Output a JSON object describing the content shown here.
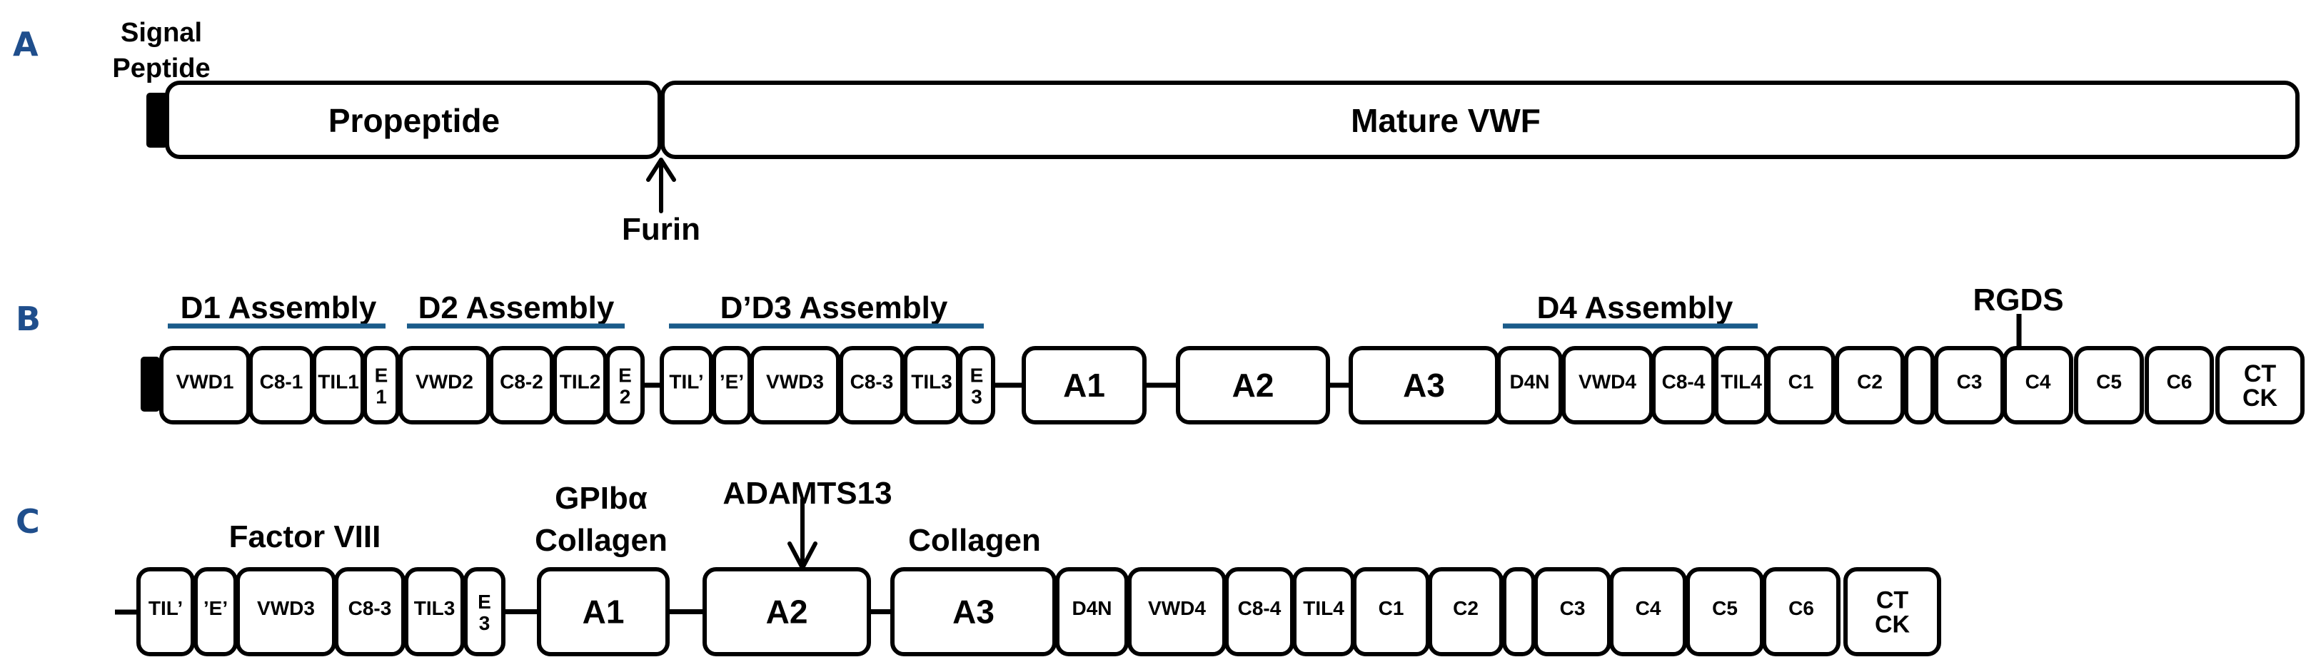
{
  "panels": {
    "A": {
      "letter": "A",
      "signal_peptide_label_line1": "Signal",
      "signal_peptide_label_line2": "Peptide",
      "segments": [
        {
          "label": "Propeptide"
        },
        {
          "label": "Mature VWF"
        }
      ],
      "cleavage": {
        "label": "Furin"
      }
    },
    "B": {
      "letter": "B",
      "assemblies": [
        {
          "label": "D1 Assembly"
        },
        {
          "label": "D2 Assembly"
        },
        {
          "label": "D’D3 Assembly"
        },
        {
          "label": "D4 Assembly"
        }
      ],
      "motif": {
        "label": "RGDS",
        "domain": "C4"
      },
      "domains": [
        {
          "label": "VWD1"
        },
        {
          "label": "C8-1"
        },
        {
          "label": "TIL1"
        },
        {
          "label": "E\n1"
        },
        {
          "label": "VWD2"
        },
        {
          "label": "C8-2"
        },
        {
          "label": "TIL2"
        },
        {
          "label": "E\n2"
        },
        {
          "label": "TIL’"
        },
        {
          "label": "’E’"
        },
        {
          "label": "VWD3"
        },
        {
          "label": "C8-3"
        },
        {
          "label": "TIL3"
        },
        {
          "label": "E\n3"
        },
        {
          "label": "A1"
        },
        {
          "label": "A2"
        },
        {
          "label": "A3"
        },
        {
          "label": "D4N"
        },
        {
          "label": "VWD4"
        },
        {
          "label": "C8-4"
        },
        {
          "label": "TIL4"
        },
        {
          "label": "C1"
        },
        {
          "label": "C2"
        },
        {
          "label": ""
        },
        {
          "label": "C3"
        },
        {
          "label": "C4"
        },
        {
          "label": "C5"
        },
        {
          "label": "C6"
        },
        {
          "label": "CT\nCK"
        }
      ]
    },
    "C": {
      "letter": "C",
      "binding_labels": [
        {
          "label": "Factor VIII"
        },
        {
          "label": "GPIbα"
        },
        {
          "label": "Collagen"
        },
        {
          "label": "ADAMTS13"
        },
        {
          "label": "Collagen"
        }
      ],
      "domains": [
        {
          "label": "TIL’"
        },
        {
          "label": "’E’"
        },
        {
          "label": "VWD3"
        },
        {
          "label": "C8-3"
        },
        {
          "label": "TIL3"
        },
        {
          "label": "E\n3"
        },
        {
          "label": "A1"
        },
        {
          "label": "A2"
        },
        {
          "label": "A3"
        },
        {
          "label": "D4N"
        },
        {
          "label": "VWD4"
        },
        {
          "label": "C8-4"
        },
        {
          "label": "TIL4"
        },
        {
          "label": "C1"
        },
        {
          "label": "C2"
        },
        {
          "label": ""
        },
        {
          "label": "C3"
        },
        {
          "label": "C4"
        },
        {
          "label": "C5"
        },
        {
          "label": "C6"
        },
        {
          "label": "CT\nCK"
        }
      ]
    }
  },
  "colors": {
    "panel_letter": "#1f4e8c",
    "assembly_underline": "#1a5b8a",
    "outline": "#000000"
  }
}
